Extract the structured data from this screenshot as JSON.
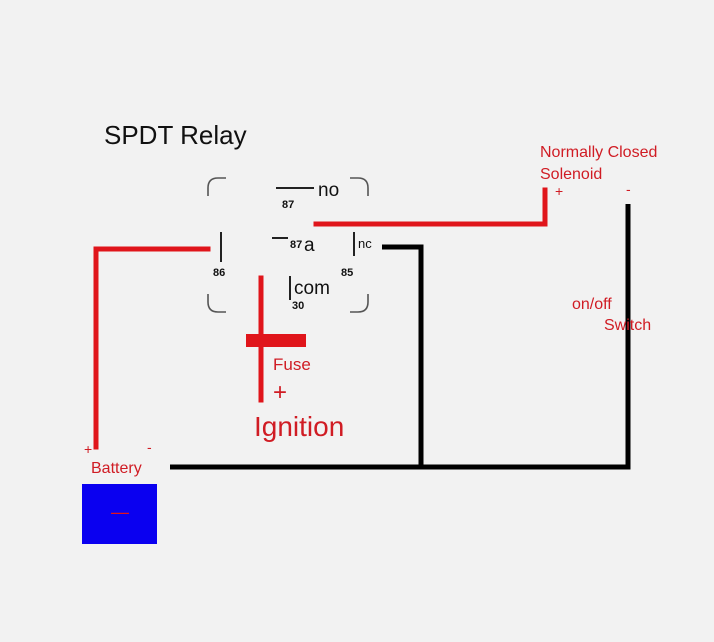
{
  "title": "SPDT Relay",
  "relay": {
    "pin_no_label": "no",
    "pin_87_label": "87",
    "pin_87a_num": "87",
    "pin_87a_letter": "a",
    "pin_nc_label": "nc",
    "pin_86_label": "86",
    "pin_85_label": "85",
    "pin_com_label": "com",
    "pin_30_label": "30"
  },
  "fuse": {
    "label": "Fuse",
    "plus": "+"
  },
  "ignition": {
    "label": "Ignition"
  },
  "solenoid": {
    "line1": "Normally Closed",
    "line2": "Solenoid",
    "plus": "+",
    "minus": "-"
  },
  "switch": {
    "line1": "on/off",
    "line2": "Switch"
  },
  "battery": {
    "label": "Battery",
    "plus": "+",
    "minus": "-",
    "symbol": "—"
  },
  "colors": {
    "wire_red": "#e0151b",
    "wire_black": "#000000",
    "battery_blue": "#0a00f0",
    "label_red": "#d01c24",
    "text_dark": "#111111"
  }
}
